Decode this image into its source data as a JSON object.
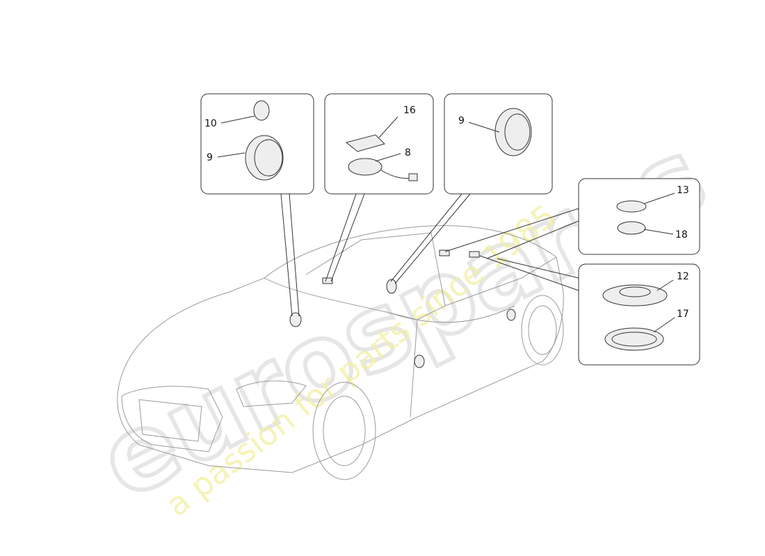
{
  "watermark": {
    "brand": "eurospares",
    "tagline": "a passion for parts since 1985"
  },
  "callouts": {
    "box1": [
      "10",
      "9"
    ],
    "box2": [
      "16",
      "8"
    ],
    "box3": [
      "9"
    ],
    "box4": [
      "13",
      "18"
    ],
    "box5": [
      "12",
      "17"
    ]
  }
}
